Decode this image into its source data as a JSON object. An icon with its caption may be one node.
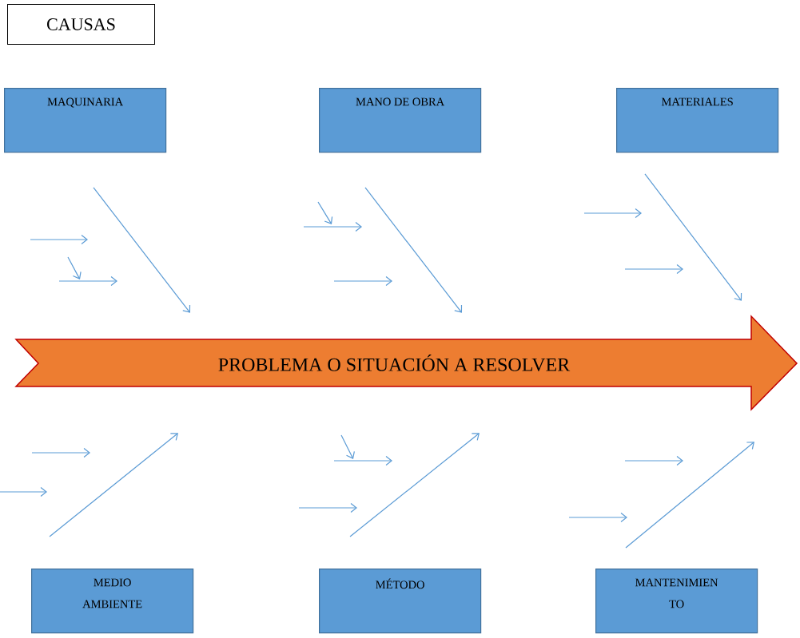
{
  "diagram": {
    "nodes": [
      {
        "text": [
          "CAUSAS"
        ]
      },
      {
        "text": [
          "MAQUINARIA"
        ]
      },
      {
        "text": [
          "MANO DE OBRA"
        ]
      },
      {
        "text": [
          "MATERIALES"
        ]
      },
      {
        "text": [
          "PROBLEMA O SITUACIÓN A RESOLVER"
        ]
      },
      {
        "text": [
          "MEDIO AMBIENTE"
        ]
      },
      {
        "text": [
          "MÉTODO"
        ]
      },
      {
        "text": [
          "MANTENIMIEN TO"
        ]
      }
    ],
    "edges": [
      {
        "from": null,
        "to": 4,
        "arrow": "to"
      },
      {
        "from": null,
        "to": 4,
        "arrow": "to"
      },
      {
        "from": null,
        "to": 4,
        "arrow": "to"
      },
      {
        "from": null,
        "to": 4,
        "arrow": "to"
      },
      {
        "from": null,
        "to": 4,
        "arrow": "to"
      },
      {
        "from": null,
        "to": 4,
        "arrow": "to"
      }
    ]
  }
}
